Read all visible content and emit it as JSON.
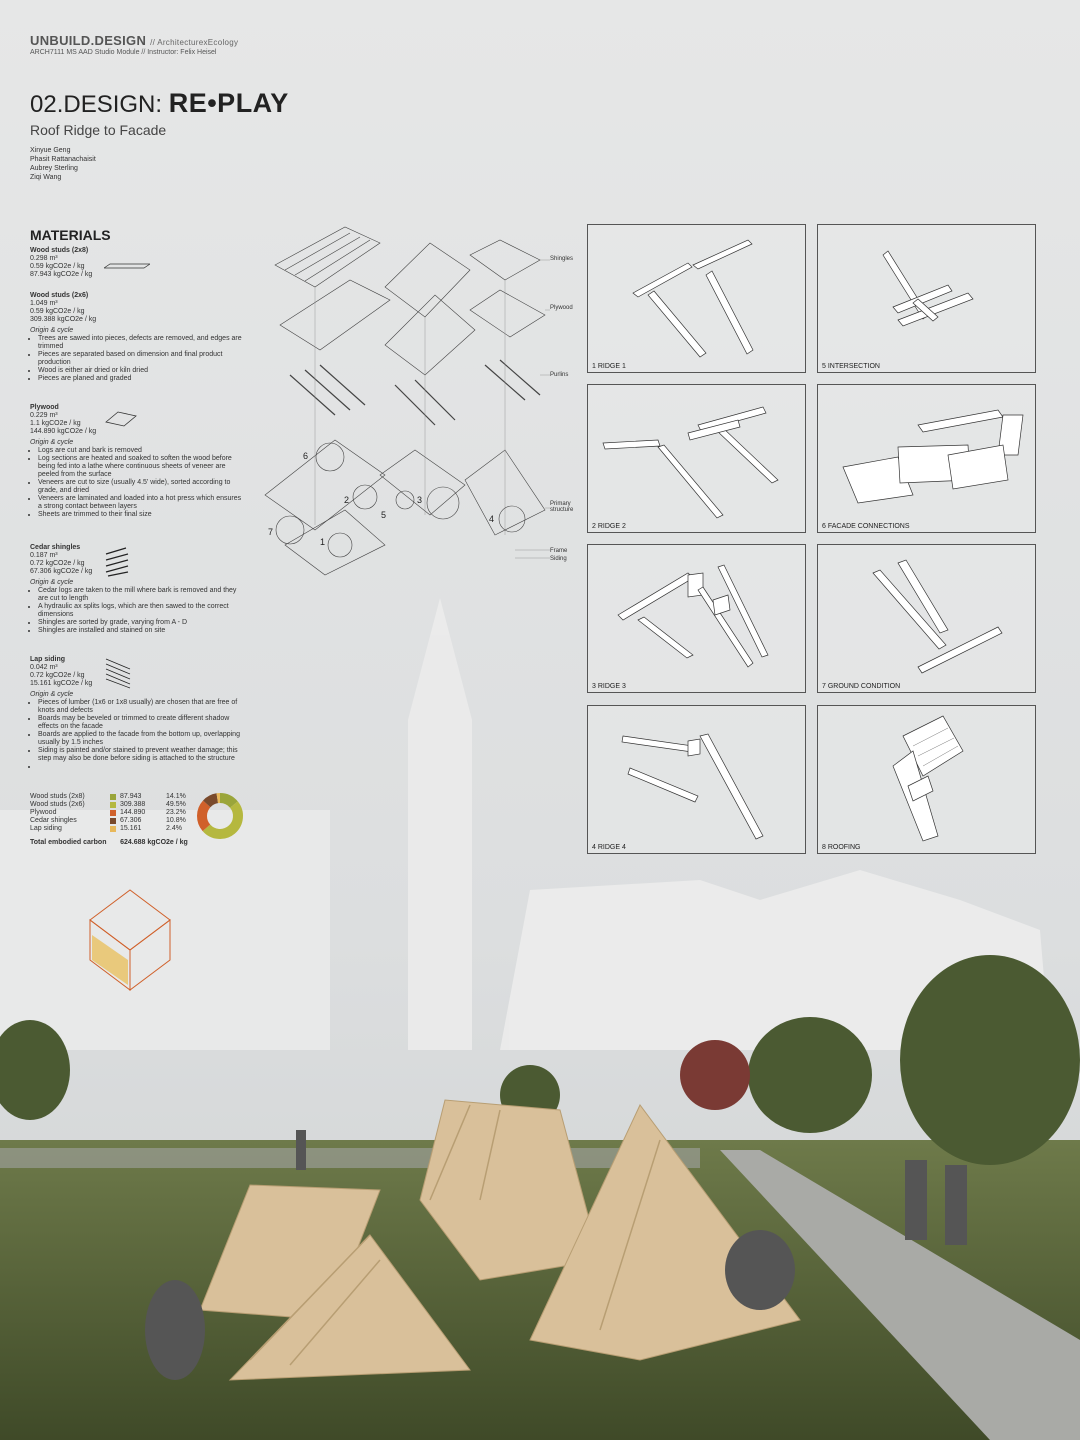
{
  "header": {
    "brand": "UNBUILD.DESIGN",
    "brand_sub": "// ArchitecturexEcology",
    "course": "ARCH7111 MS AAD Studio Module // Instructor: Felix Heisel",
    "title_prefix": "02.DESIGN:",
    "title_main": "RE•PLAY",
    "subtitle": "Roof Ridge to Facade",
    "authors": [
      "Xinyue Geng",
      "Phasit Rattanachaisit",
      "Aubrey Sterling",
      "Ziqi Wang"
    ]
  },
  "materials": {
    "heading": "MATERIALS",
    "items": [
      {
        "name": "Wood studs (2x8)",
        "volume": "0.298 m³",
        "factor": "0.59 kgCO2e / kg",
        "carbon": "87.943 kgCO2e / kg"
      },
      {
        "name": "Wood studs (2x6)",
        "volume": "1.049 m³",
        "factor": "0.59 kgCO2e / kg",
        "carbon": "309.388 kgCO2e / kg",
        "origin_label": "Origin & cycle",
        "origin": [
          "Trees are sawed into pieces, defects are removed, and edges are trimmed",
          "Pieces are separated based on dimension and final product production",
          "Wood is either air dried or kiln dried",
          "Pieces are planed and graded"
        ]
      },
      {
        "name": "Plywood",
        "volume": "0.229 m³",
        "factor": "1.1 kgCO2e / kg",
        "carbon": "144.890 kgCO2e / kg",
        "origin_label": "Origin & cycle",
        "origin": [
          "Logs are cut and bark is removed",
          "Log sections are heated and soaked to soften the wood before being fed into a lathe where continuous sheets of veneer are peeled from the surface",
          "Veneers are cut to size (usually 4.5' wide), sorted according to grade, and dried",
          "Veneers are laminated and loaded into a hot press which ensures a strong contact between layers",
          "Sheets are trimmed to their final size"
        ]
      },
      {
        "name": "Cedar shingles",
        "volume": "0.187 m³",
        "factor": "0.72 kgCO2e / kg",
        "carbon": "67.306 kgCO2e / kg",
        "origin_label": "Origin & cycle",
        "origin": [
          "Cedar logs are taken to the mill where bark is removed and they are cut to length",
          "A hydraulic ax splits logs, which are then sawed to the correct dimensions",
          "Shingles are sorted by grade, varying from A - D",
          "Shingles are installed and stained on site"
        ]
      },
      {
        "name": "Lap siding",
        "volume": "0.042 m³",
        "factor": "0.72 kgCO2e / kg",
        "carbon": "15.161 kgCO2e / kg",
        "origin_label": "Origin & cycle",
        "origin": [
          "Pieces of lumber (1x6 or 1x8 usually) are chosen that are free of knots and defects",
          "Boards may be beveled or trimmed to create different shadow effects on the facade",
          "Boards are applied to the facade from the bottom up, overlapping usually by 1.5 inches",
          "Siding is painted and/or stained to prevent weather damage; this step may also be done before siding is attached to the structure"
        ]
      }
    ]
  },
  "carbon_table": {
    "rows": [
      {
        "name": "Wood studs (2x8)",
        "value": "87.943",
        "pct": "14.1%",
        "color": "#9aa53a"
      },
      {
        "name": "Wood studs (2x6)",
        "value": "309.388",
        "pct": "49.5%",
        "color": "#b5b83f"
      },
      {
        "name": "Plywood",
        "value": "144.890",
        "pct": "23.2%",
        "color": "#d0602a"
      },
      {
        "name": "Cedar shingles",
        "value": "67.306",
        "pct": "10.8%",
        "color": "#7a4a2c"
      },
      {
        "name": "Lap siding",
        "value": "15.161",
        "pct": "2.4%",
        "color": "#e8b85a"
      }
    ],
    "total_label": "Total embodied carbon",
    "total_value": "624.688 kgCO2e / kg"
  },
  "exploded": {
    "labels": [
      "Shingles",
      "Plywood",
      "Purlins",
      "Primary structure",
      "Frame",
      "Siding"
    ],
    "numbers": [
      "1",
      "2",
      "3",
      "4",
      "5",
      "6",
      "7"
    ]
  },
  "details": [
    {
      "label": "1   RIDGE 1"
    },
    {
      "label": "5   INTERSECTION"
    },
    {
      "label": "2   RIDGE 2"
    },
    {
      "label": "6   FACADE CONNECTIONS"
    },
    {
      "label": "3   RIDGE 3"
    },
    {
      "label": "7   GROUND CONDITION"
    },
    {
      "label": "4   RIDGE 4"
    },
    {
      "label": "8   ROOFING"
    }
  ],
  "colors": {
    "background": "#e4e5e5",
    "wood": "#d9c09a",
    "grass": "#5a6a3a",
    "text": "#222222"
  }
}
